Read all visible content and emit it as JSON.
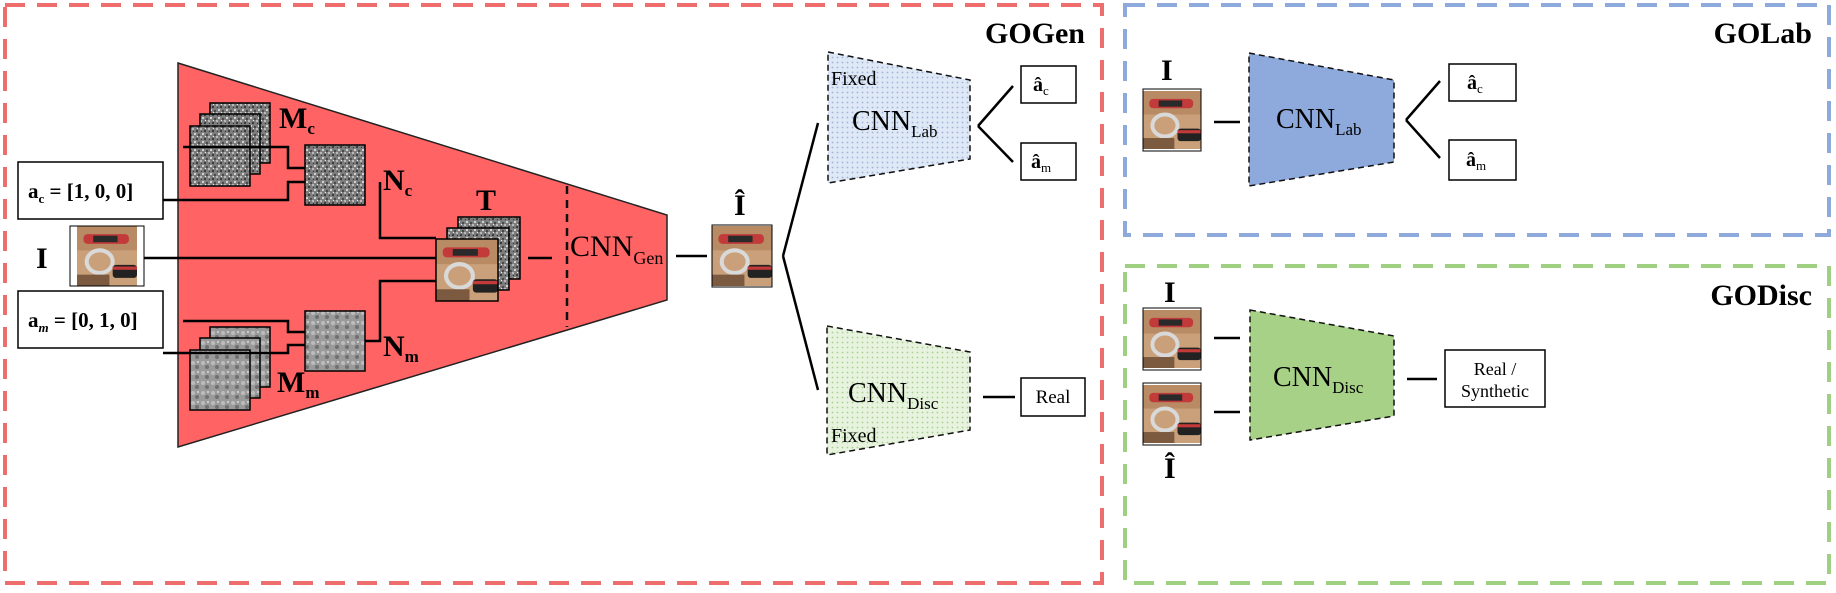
{
  "panels": {
    "gogen": {
      "title": "GOGen",
      "color": "#ee6e6e"
    },
    "golab": {
      "title": "GOLab",
      "color": "#8ea9dc"
    },
    "godisc": {
      "title": "GODisc",
      "color": "#9fcf80"
    }
  },
  "gogen": {
    "generator_fill": "#ff6363",
    "input_image": "I",
    "ac_box": {
      "text": "a",
      "sub": "c",
      "value": " = [1, 0, 0]"
    },
    "am_box": {
      "text": "a",
      "sub": "m",
      "value": " = [0, 1, 0]"
    },
    "mc": {
      "main": "M",
      "sub": "c"
    },
    "mm": {
      "main": "M",
      "sub": "m"
    },
    "nc": {
      "main": "N",
      "sub": "c"
    },
    "nm": {
      "main": "N",
      "sub": "m"
    },
    "t_label": "T",
    "cnn_gen": {
      "main": "CNN",
      "sub": "Gen"
    },
    "output_label": "Î",
    "cnn_lab": {
      "main": "CNN",
      "sub": "Lab",
      "fixed": "Fixed",
      "fill": "#dfe8f6"
    },
    "cnn_disc": {
      "main": "CNN",
      "sub": "Disc",
      "fixed": "Fixed",
      "fill": "#e7f3de"
    },
    "out_ac": {
      "main": "â",
      "sub": "c"
    },
    "out_am": {
      "main": "â",
      "sub": "m"
    },
    "out_real": "Real"
  },
  "golab": {
    "input_image": "I",
    "cnn": {
      "main": "CNN",
      "sub": "Lab",
      "fill": "#8eaadc"
    },
    "out_ac": {
      "main": "â",
      "sub": "c"
    },
    "out_am": {
      "main": "â",
      "sub": "m"
    }
  },
  "godisc": {
    "input_real": "I",
    "input_syn": "Î",
    "cnn": {
      "main": "CNN",
      "sub": "Disc",
      "fill": "#a6d186"
    },
    "out_line1": "Real /",
    "out_line2": "Synthetic"
  }
}
